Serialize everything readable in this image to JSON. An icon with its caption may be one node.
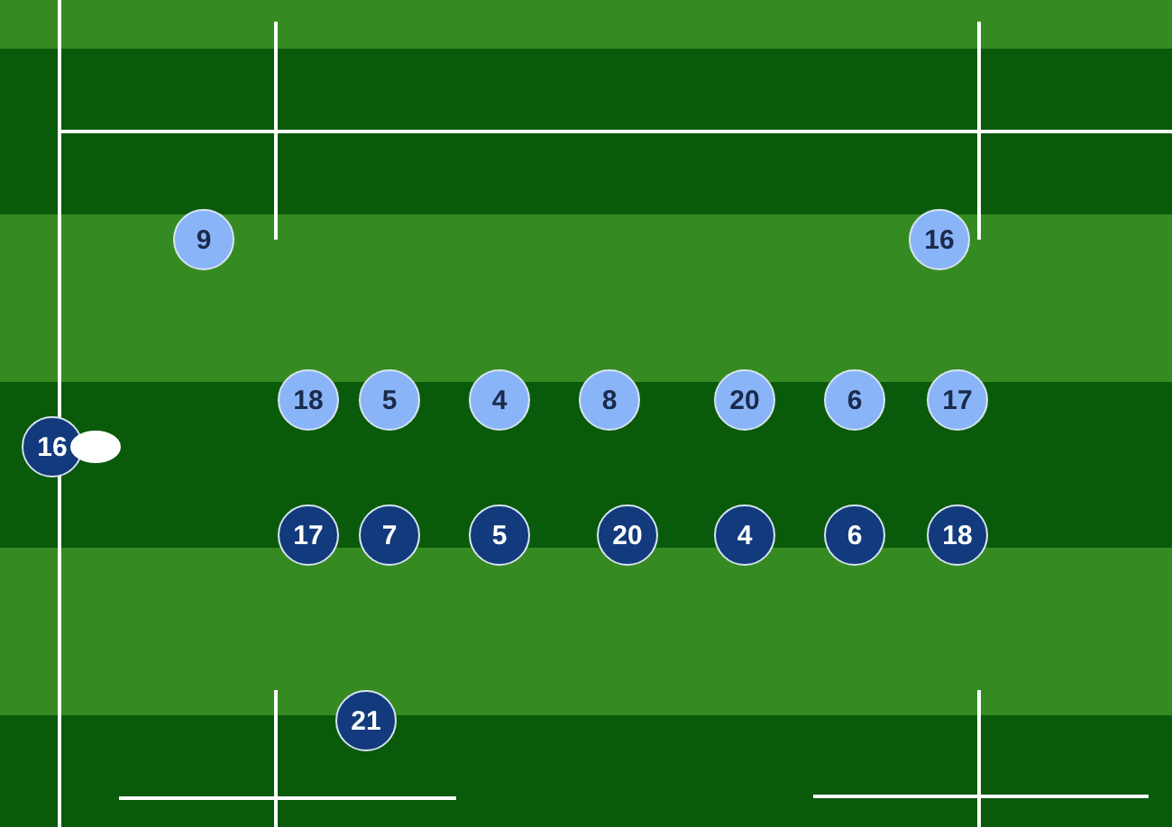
{
  "diagram": {
    "nodes": [
      {
        "text": [
          "9"
        ]
      },
      {
        "text": [
          "16"
        ]
      },
      {
        "text": [
          "18"
        ]
      },
      {
        "text": [
          "5"
        ]
      },
      {
        "text": [
          "4"
        ]
      },
      {
        "text": [
          "8"
        ]
      },
      {
        "text": [
          "20"
        ]
      },
      {
        "text": [
          "6"
        ]
      },
      {
        "text": [
          "17"
        ]
      },
      {
        "text": [
          "16"
        ]
      },
      {
        "text": [
          "17"
        ]
      },
      {
        "text": [
          "7"
        ]
      },
      {
        "text": [
          "5"
        ]
      },
      {
        "text": [
          "20"
        ]
      },
      {
        "text": [
          "4"
        ]
      },
      {
        "text": [
          "6"
        ]
      },
      {
        "text": [
          "18"
        ]
      },
      {
        "text": [
          "21"
        ]
      }
    ]
  }
}
